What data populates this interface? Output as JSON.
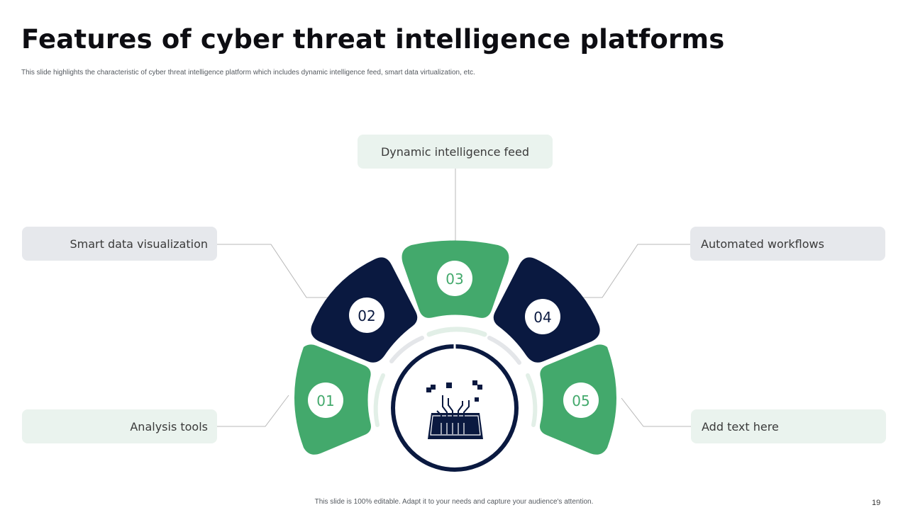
{
  "slide": {
    "title": "Features of cyber threat intelligence platforms",
    "subtitle": "This slide highlights the characteristic of cyber threat intelligence platform which includes dynamic intelligence feed, smart data virtualization, etc.",
    "footer": "This slide is 100% editable. Adapt it to your needs and capture your audience's attention.",
    "page_number": "19"
  },
  "features": [
    {
      "number": "01",
      "label": "Analysis tools"
    },
    {
      "number": "02",
      "label": "Smart data visualization"
    },
    {
      "number": "03",
      "label": "Dynamic intelligence feed"
    },
    {
      "number": "04",
      "label": "Automated workflows"
    },
    {
      "number": "05",
      "label": "Add text here"
    }
  ],
  "center": {
    "icon": "circuit-chip-icon"
  },
  "colors": {
    "green": "#43a96c",
    "navy": "#0a1940",
    "mint_box": "#eaf3ee",
    "gray_box": "#e6e8ec",
    "connector": "#b8b8b8"
  }
}
